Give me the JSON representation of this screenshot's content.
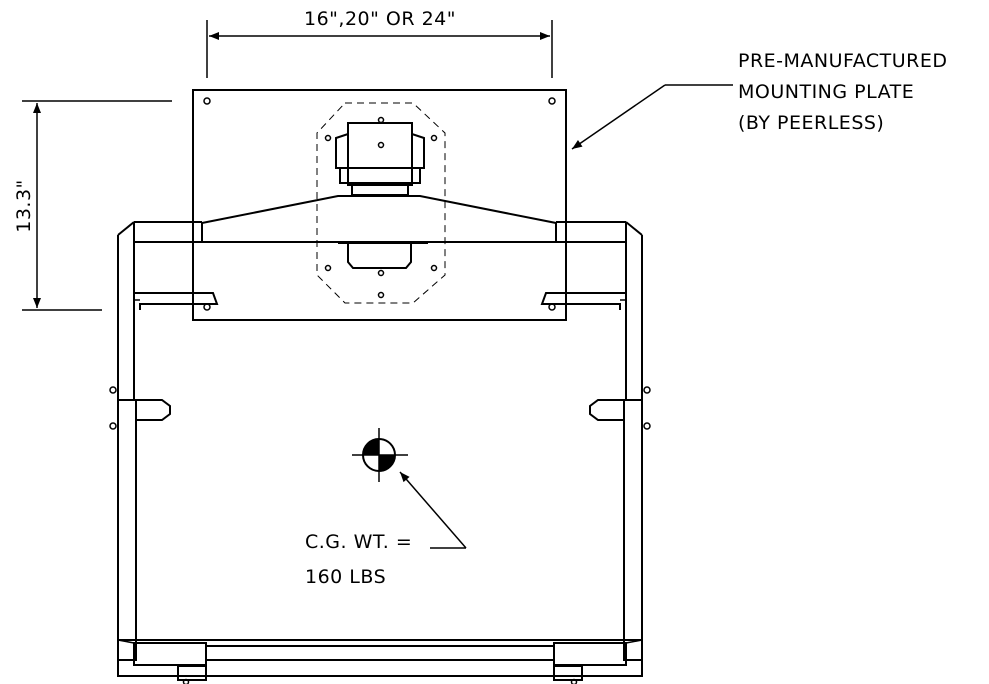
{
  "dimensions": {
    "width_label": "16\",20\" OR 24\"",
    "height_label": "13.3\""
  },
  "callouts": {
    "plate_line_1": "PRE-MANUFACTURED",
    "plate_line_2": "MOUNTING PLATE",
    "plate_line_3": "(BY PEERLESS)",
    "cg_line_1": "C.G. WT. =",
    "cg_line_2": "160 LBS"
  },
  "colors": {
    "line": "#000000",
    "background": "#ffffff"
  }
}
